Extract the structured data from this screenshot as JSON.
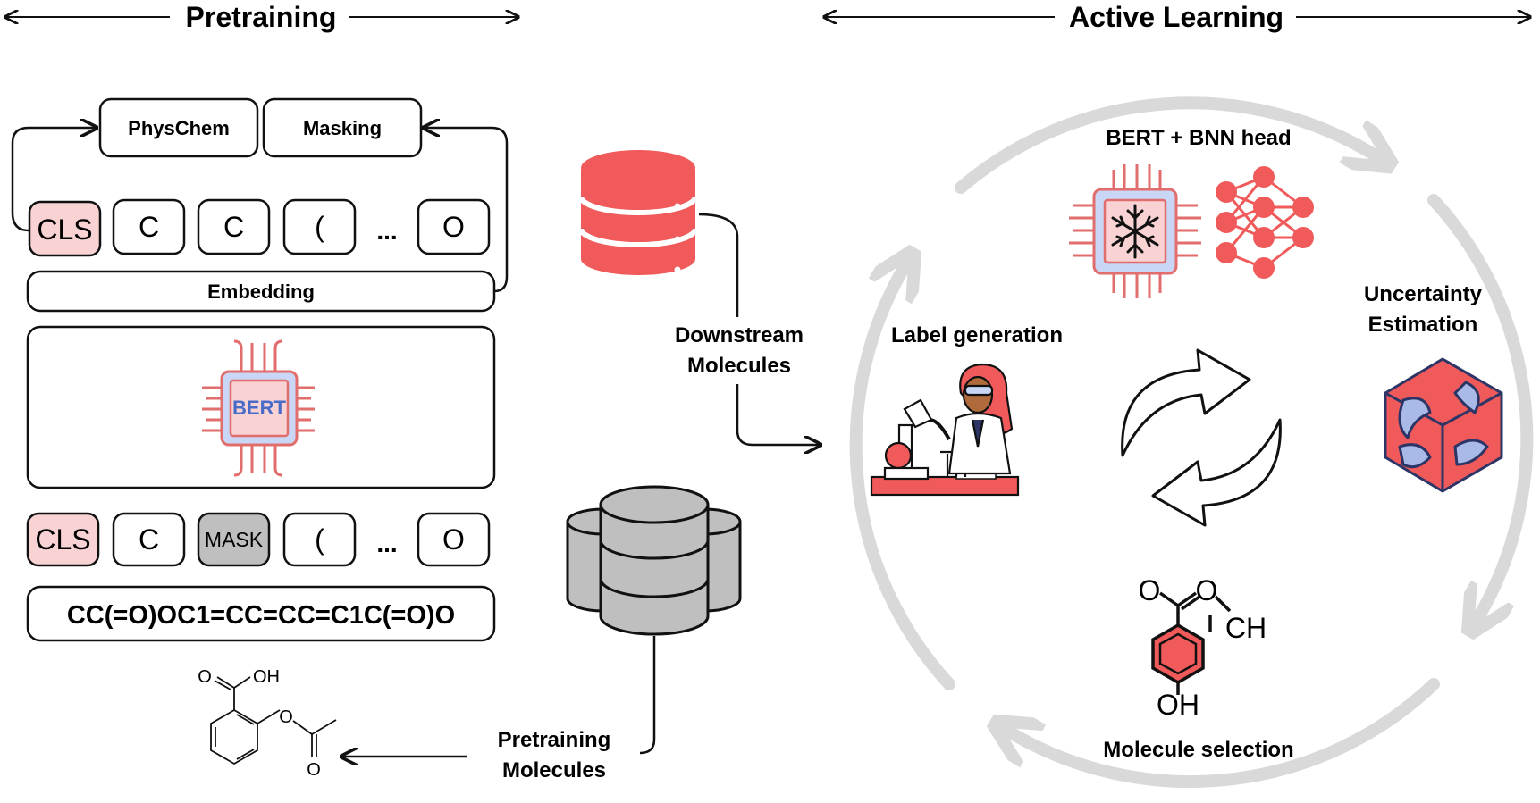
{
  "sections": {
    "pretraining": "Pretraining",
    "active_learning": "Active Learning"
  },
  "pretraining": {
    "objectives": [
      "PhysChem",
      "Masking"
    ],
    "top_tokens": [
      "CLS",
      "C",
      "C",
      "(",
      "...",
      "O"
    ],
    "embedding_label": "Embedding",
    "model_label": "BERT",
    "masked_tokens": [
      "CLS",
      "C",
      "MASK",
      "(",
      "...",
      "O"
    ],
    "smiles": "CC(=O)OC1=CC=CC=C1C(=O)O",
    "molecule_labels": {
      "carbonyl_o": "O",
      "hydroxyl": "OH",
      "ester_o": "O",
      "ketone_o": "O"
    }
  },
  "databases": {
    "downstream": [
      "Downstream",
      "Molecules"
    ],
    "pretraining": [
      "Pretraining",
      "Molecules"
    ]
  },
  "active_learning": {
    "model_title": "BERT + BNN head",
    "uncertainty": [
      "Uncertainty",
      "Estimation"
    ],
    "label_generation": "Label generation",
    "molecule_selection": "Molecule selection",
    "molecule_labels": {
      "o1": "O",
      "o2": "O",
      "ch": "CH",
      "oh": "OH"
    }
  },
  "colors": {
    "ink": "#111111",
    "pink_fill": "#f9d3d3",
    "pink_line": "#e26d6d",
    "red": "#f05a5a",
    "blue_fill": "#c9d6f5",
    "blue_text": "#4a6cc9",
    "gray_fill": "#bfbfbf",
    "cycle_gray": "#d9d9d9",
    "navy": "#2c3566"
  }
}
